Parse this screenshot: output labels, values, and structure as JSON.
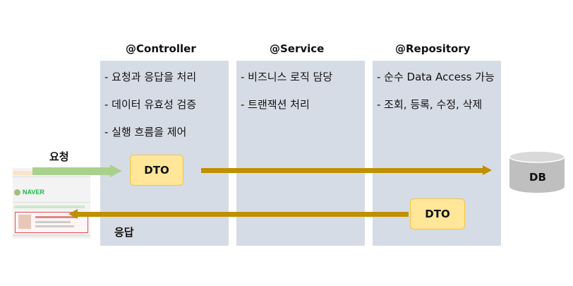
{
  "layers": [
    {
      "title": "@Controller",
      "bullets": [
        "-  요청과 응답을 처리",
        "-  데이터 유효성 검증",
        "-  실행 흐름을 제어"
      ]
    },
    {
      "title": "@Service",
      "bullets": [
        "-  비즈니스 로직 담당",
        "-  트랜잭션 처리"
      ]
    },
    {
      "title": "@Repository",
      "bullets": [
        "- 순수 Data Access 가능",
        "- 조회, 등록, 수정, 삭제"
      ]
    }
  ],
  "request_label": "요청",
  "response_label": "응답",
  "dto_label": "DTO",
  "db_label": "DB",
  "thumbnail": {
    "brand": "NAVER"
  },
  "colors": {
    "panel": "#d6dce5",
    "dto_fill": "#ffe699",
    "dto_border": "#f4c542",
    "flow_arrow": "#bf9000",
    "request_arrow": "#a9d18e",
    "db": "#bfbfbf"
  }
}
